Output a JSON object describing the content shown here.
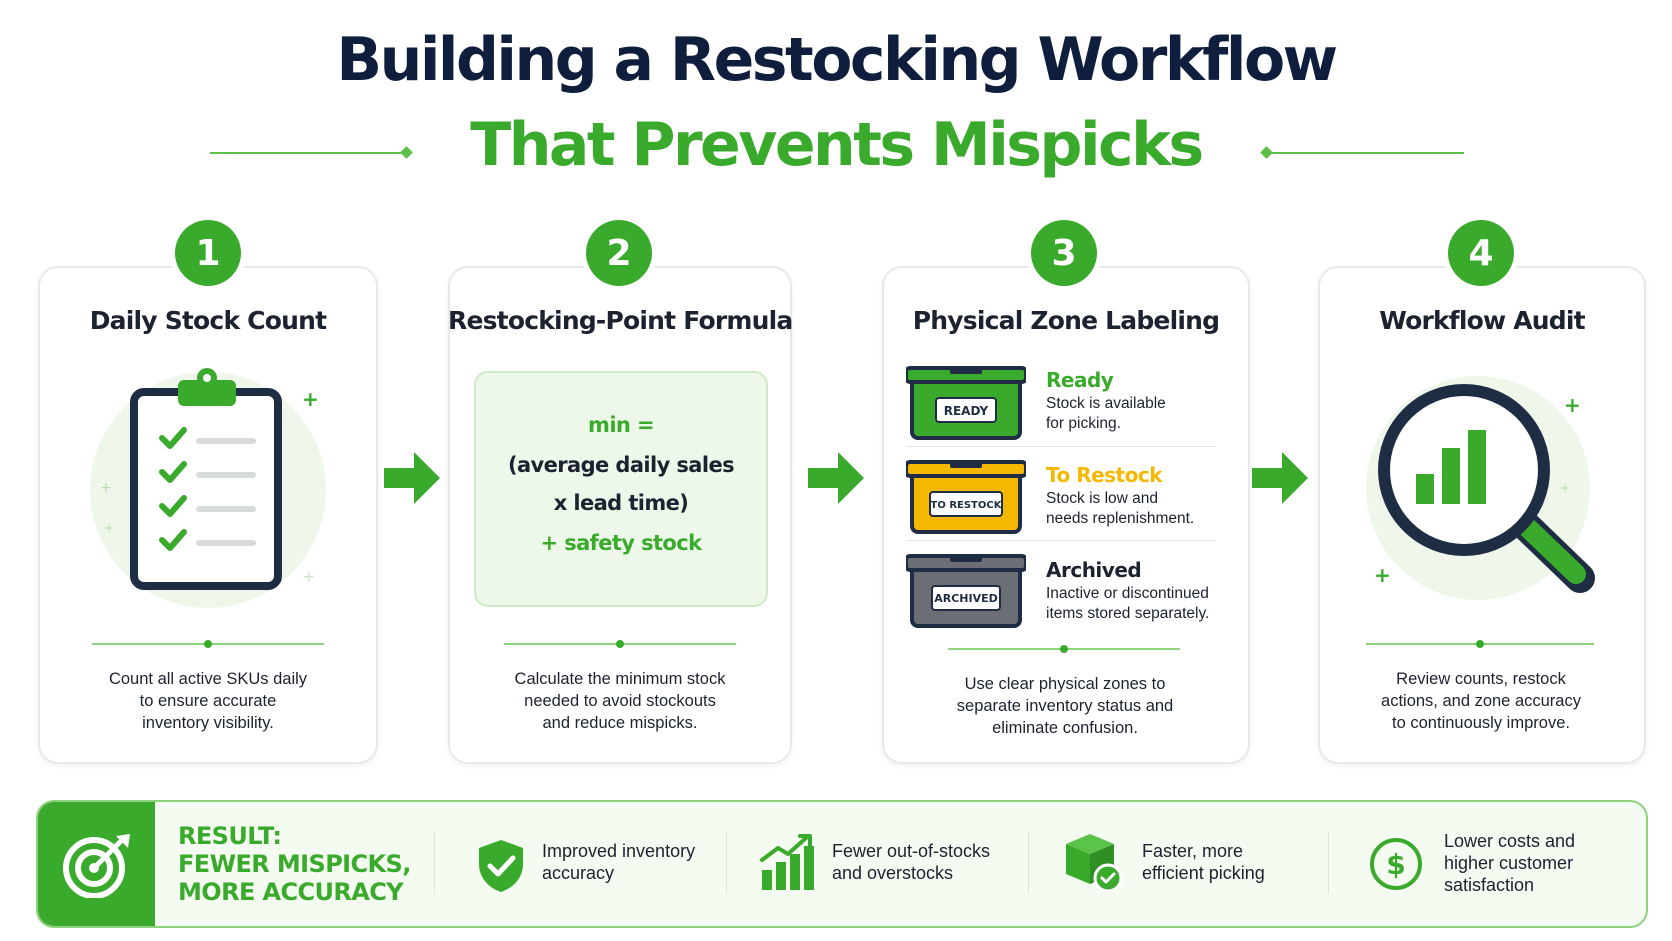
{
  "title": {
    "line1": "Building a Restocking Workflow",
    "line2": "That Prevents Mispicks"
  },
  "steps": [
    {
      "number": "1",
      "title": "Daily Stock Count",
      "description": [
        "Count all active SKUs daily",
        "to ensure accurate",
        "inventory visibility."
      ]
    },
    {
      "number": "2",
      "title": "Restocking-Point Formula",
      "formula": {
        "line1": "min =",
        "line2": "(average daily sales",
        "line3": "x lead time)",
        "line4": "+ safety stock"
      },
      "description": [
        "Calculate the minimum stock",
        "needed to avoid stockouts",
        "and reduce mispicks."
      ]
    },
    {
      "number": "3",
      "title": "Physical Zone Labeling",
      "zones": [
        {
          "bin_label": "READY",
          "title": "Ready",
          "desc": [
            "Stock is available",
            "for picking."
          ],
          "color": "#3aaa2c"
        },
        {
          "bin_label": "TO RESTOCK",
          "title": "To Restock",
          "desc": [
            "Stock is low and",
            "needs replenishment."
          ],
          "color": "#f5b800"
        },
        {
          "bin_label": "ARCHIVED",
          "title": "Archived",
          "desc": [
            "Inactive or discontinued",
            "items stored separately."
          ],
          "color": "#6b6f75"
        }
      ],
      "description": [
        "Use clear physical zones to",
        "separate inventory status and",
        "eliminate confusion."
      ]
    },
    {
      "number": "4",
      "title": "Workflow Audit",
      "description": [
        "Review counts, restock",
        "actions, and zone accuracy",
        "to continuously improve."
      ]
    }
  ],
  "result": {
    "label": [
      "RESULT:",
      "FEWER MISPICKS,",
      "MORE ACCURACY"
    ],
    "benefits": [
      {
        "icon": "shield-check-icon",
        "text": [
          "Improved inventory",
          "accuracy"
        ]
      },
      {
        "icon": "bar-chart-up-icon",
        "text": [
          "Fewer out-of-stocks",
          "and overstocks"
        ]
      },
      {
        "icon": "box-check-icon",
        "text": [
          "Faster, more",
          "efficient picking"
        ]
      },
      {
        "icon": "dollar-circle-icon",
        "text": [
          "Lower costs and",
          "higher customer",
          "satisfaction"
        ]
      }
    ]
  },
  "colors": {
    "brand_green": "#3aaa2c",
    "navy": "#0f1e3c",
    "restock_yellow": "#f5b800",
    "archived_gray": "#6b6f75"
  }
}
